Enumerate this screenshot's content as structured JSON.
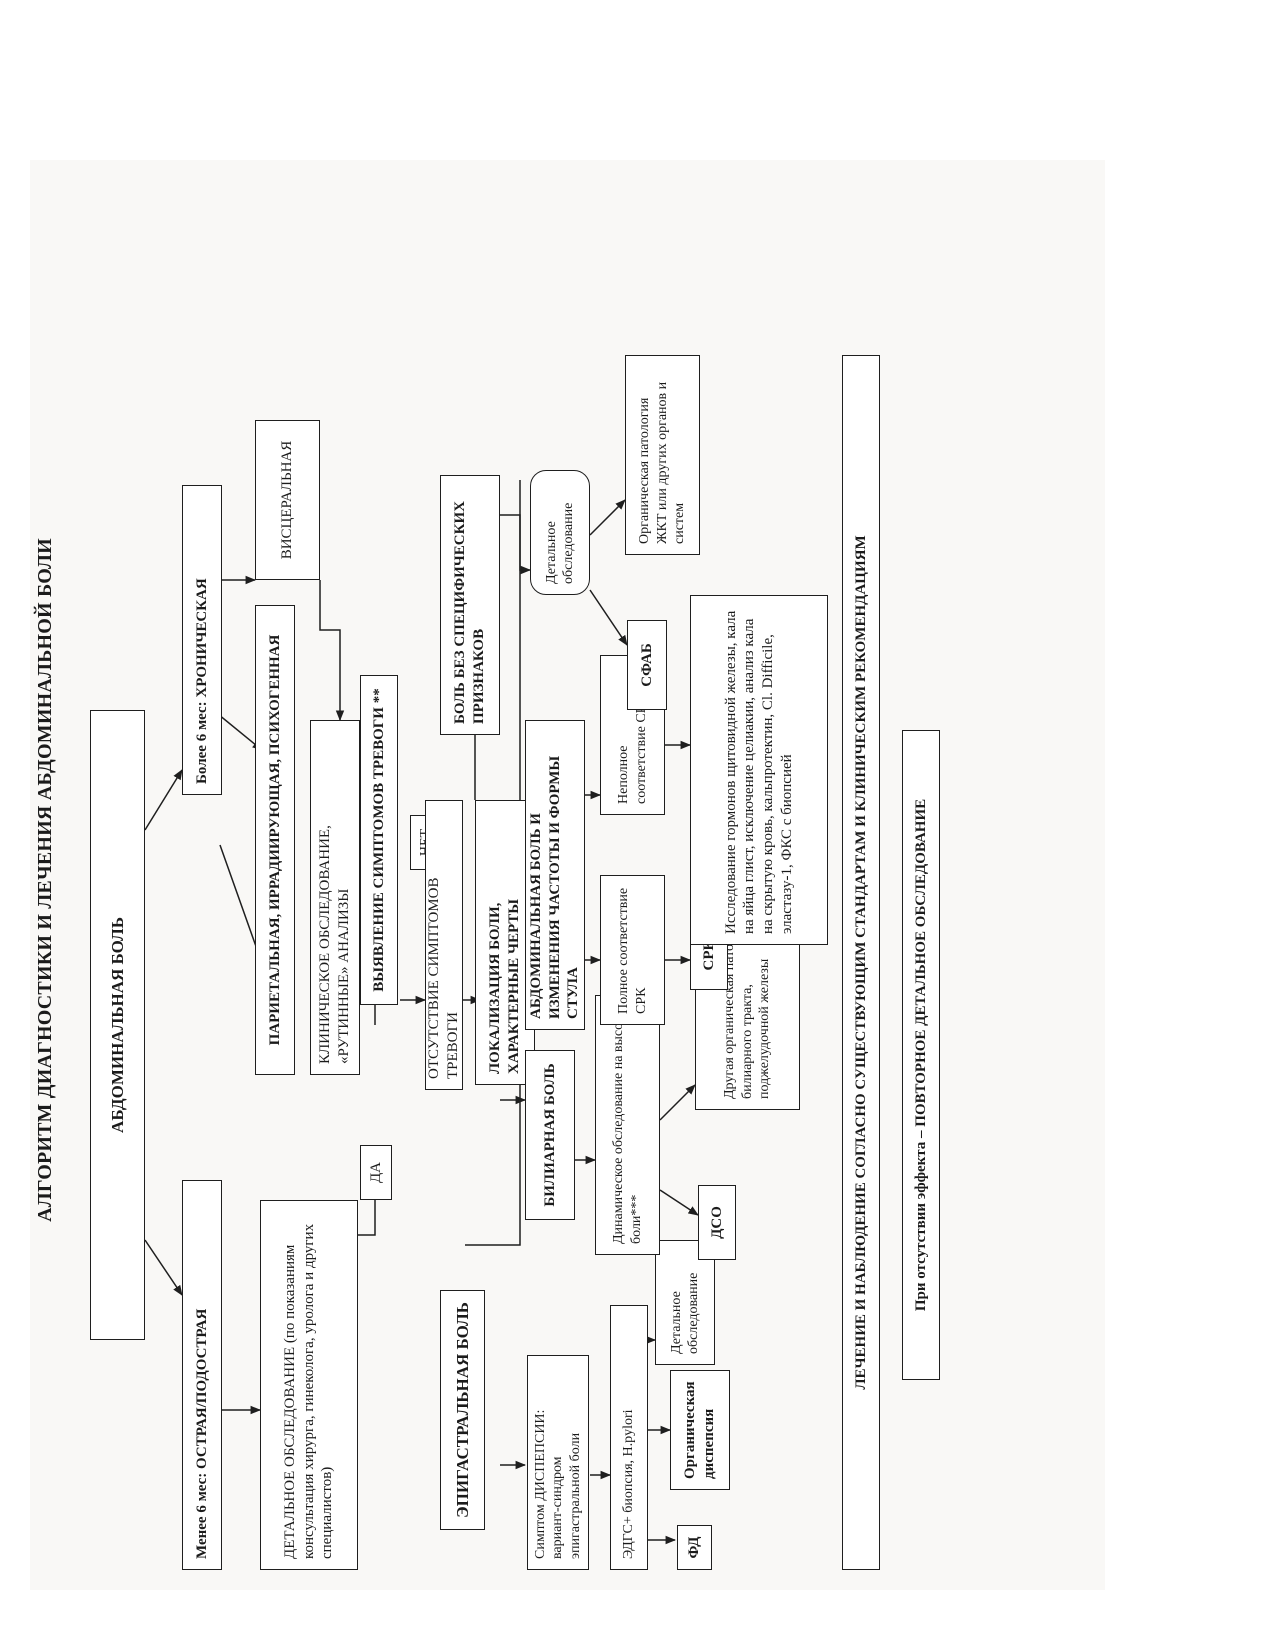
{
  "title": "АЛГОРИТМ ДИАГНОСТИКИ И ЛЕЧЕНИЯ АБДОМИНАЛЬНОЙ БОЛИ",
  "nodes": {
    "abdominal_pain": "АБДОМИНАЛЬНАЯ БОЛЬ",
    "acute_prefix": "Менее 6 мес: ",
    "acute_main": "ОСТРАЯ/ПОДОСТРАЯ",
    "chronic_prefix": "Более 6 мес: ",
    "chronic_main": "ХРОНИЧЕСКАЯ",
    "parietal": "ПАРИЕТАЛЬНАЯ, ИРРАДИИРУЮЩАЯ, ПСИХОГЕННАЯ",
    "visceral": "ВИСЦЕРАЛЬНАЯ",
    "detailed_exam_main": "ДЕТАЛЬНОЕ ОБСЛЕДОВАНИЕ",
    "detailed_exam_rest": " (по показаниям консультация хирурга, гинеколога, уролога и других специалистов)",
    "clinical_exam": "КЛИНИЧЕСКОЕ ОБСЛЕДОВАНИЕ, «РУТИННЫЕ» АНАЛИЗЫ",
    "alarm_detection": "ВЫЯВЛЕНИЕ СИМПТОМОВ ТРЕВОГИ **",
    "yes": "ДА",
    "no": "НЕТ",
    "no_alarm": "ОТСУТСТВИЕ СИМПТОМОВ ТРЕВОГИ",
    "localization": "ЛОКАЛИЗАЦИЯ БОЛИ, ХАРАКТЕРНЫЕ ЧЕРТЫ",
    "epigastric": "ЭПИГАСТРАЛЬНАЯ БОЛЬ",
    "biliary": "БИЛИАРНАЯ БОЛЬ",
    "abd_stool": "АБДОМИНАЛЬНАЯ БОЛЬ И ИЗМЕНЕНИЯ ЧАСТОТЫ И ФОРМЫ СТУЛА",
    "nonspecific": "БОЛЬ БЕЗ СПЕЦИФИЧЕСКИХ ПРИЗНАКОВ",
    "dyspepsia_main": "Симптом ДИСПЕПСИИ",
    "dyspepsia_rest": ": вариант-синдром эпигастральной боли",
    "egds": "ЭДГС+ биопсия, H.pylori",
    "fd": "ФД",
    "organic_dyspepsia": "Органическая диспепсия",
    "detailed_exam_small": "Детальное обследование",
    "dynamic_exam": "Динамическое обследование на высоте боли***",
    "dso": "ДСО",
    "other_organic_biliary": "Другая органическая патология билиарного тракта, поджелудочной железы",
    "full_ibs": "Полное соответствие СРК",
    "partial_ibs": "Неполное соответствие СРК",
    "ibs": "СРК",
    "thyroid_tests": "Исследование гормонов щитовидной железы, кала на яйца глист, исключение целиакии, анализ кала на скрытую кровь, кальпротектин, Cl. Difficile, эластазу-1, ФКС с биопсией",
    "detailed_exam_round": "Детальное обследование",
    "sfab": "СФАБ",
    "organic_gi": "Органическая патология ЖКТ или других органов и систем",
    "treatment": "ЛЕЧЕНИЕ И НАБЛЮДЕНИЕ СОГЛАСНО СУЩЕСТВУЮЩИМ СТАНДАРТАМ И КЛИНИЧЕСКИМ РЕКОМЕНДАЦИЯМ",
    "no_effect": "При отсутствии эффекта – ПОВТОРНОЕ ДЕТАЛЬНОЕ ОБСЛЕДОВАНИЕ"
  }
}
